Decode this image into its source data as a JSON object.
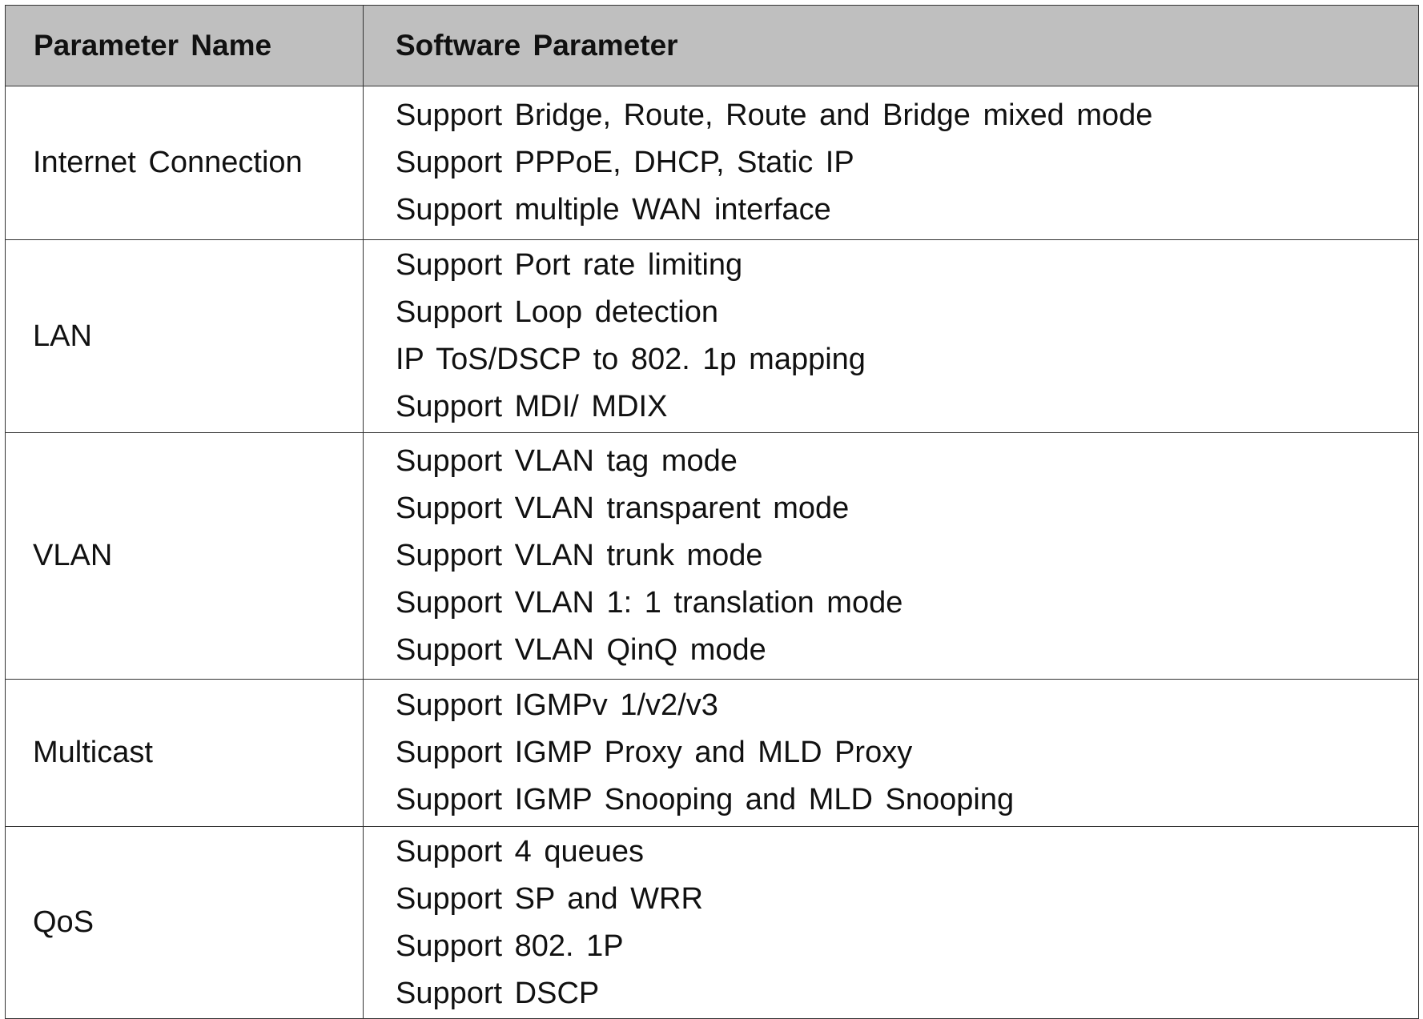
{
  "table": {
    "headers": [
      "Parameter  Name",
      "Software  Parameter"
    ],
    "rows": [
      {
        "name": "Internet  Connection",
        "values": [
          "Support Bridge,  Route,  Route  and  Bridge  mixed  mode",
          "Support  PPPoE,  DHCP,  Static  IP",
          "Support  multiple  WAN  interface"
        ]
      },
      {
        "name": "LAN",
        "values": [
          "Support  Port  rate  limiting",
          "Support  Loop  detection",
          "IP ToS/DSCP to 802. 1p mapping",
          "Support  MDI/ MDIX"
        ]
      },
      {
        "name": "VLAN",
        "values": [
          "Support  VLAN  tag  mode",
          "Support  VLAN  transparent  mode",
          "Support  VLAN  trunk  mode",
          "Support VLAN  1:  1  translation mode",
          "Support  VLAN  QinQ  mode"
        ]
      },
      {
        "name": "Multicast",
        "values": [
          "Support IGMPv 1/v2/v3",
          "Support  IGMP  Proxy  and  MLD  Proxy",
          "Support  IGMP  Snooping  and  MLD  Snooping"
        ]
      },
      {
        "name": "QoS",
        "values": [
          "Support 4  queues",
          "Support  SP  and  WRR",
          "Support 802. 1P",
          "Support  DSCP"
        ]
      }
    ]
  }
}
